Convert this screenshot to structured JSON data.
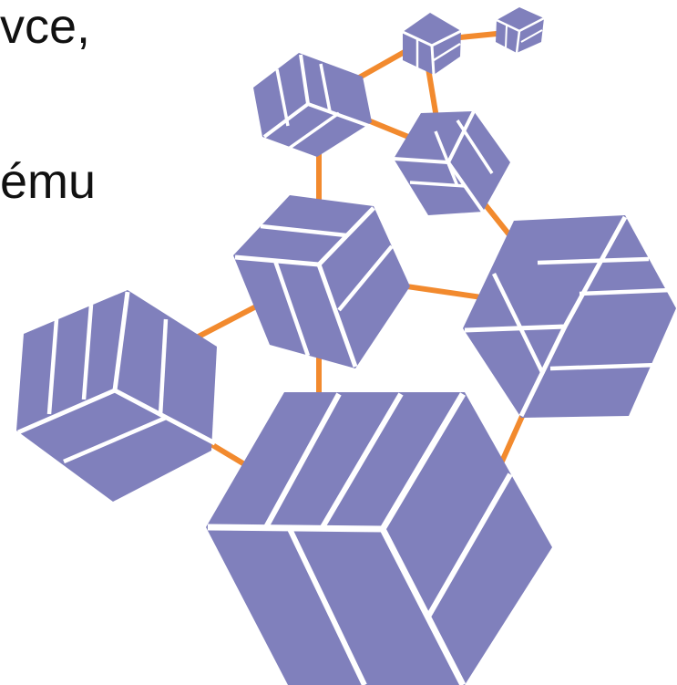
{
  "slide": {
    "text_fragments": [
      "vce,",
      "ému"
    ]
  },
  "illustration": {
    "name": "connected-cubes-illustration",
    "colors": {
      "cube_face": "#8080bc",
      "cube_lines": "#ffffff",
      "connector": "#f28a2e",
      "background": "#ffffff"
    }
  }
}
